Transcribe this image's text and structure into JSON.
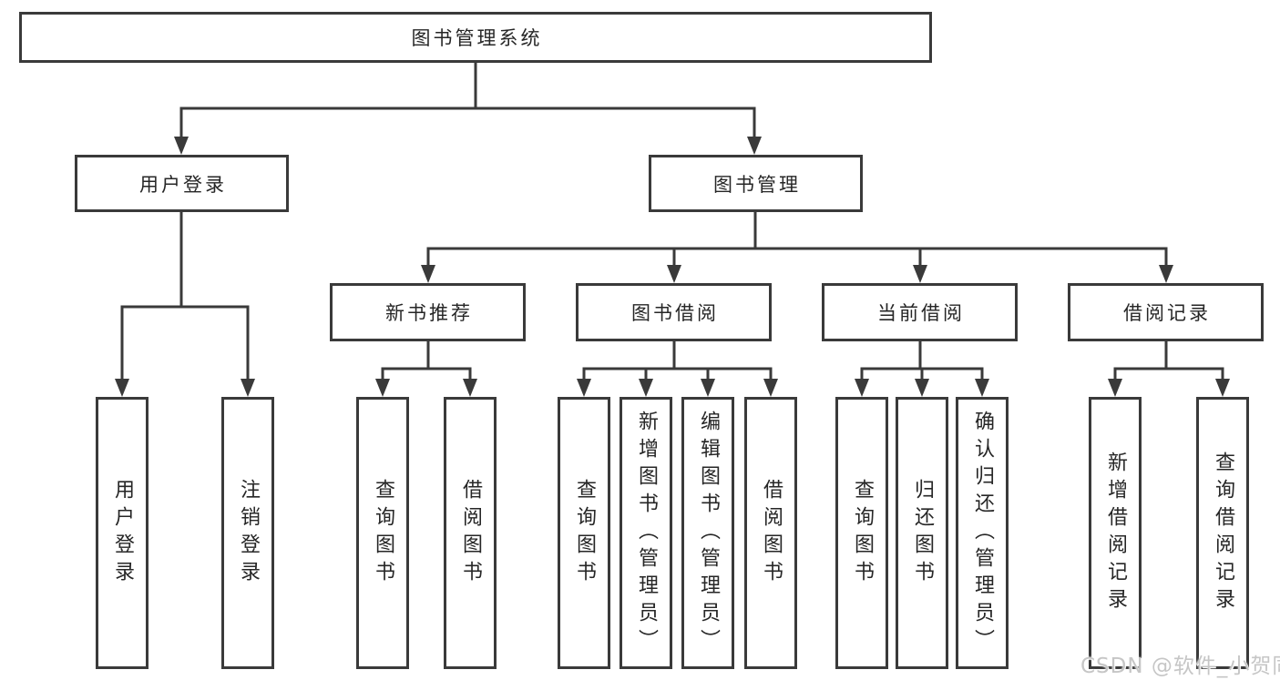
{
  "diagram": {
    "root": {
      "label": "图书管理系统"
    },
    "branches": [
      {
        "label": "用户登录",
        "leaves": [
          "用户登录",
          "注销登录"
        ]
      },
      {
        "label": "图书管理",
        "groups": [
          {
            "label": "新书推荐",
            "leaves": [
              "查询图书",
              "借阅图书"
            ]
          },
          {
            "label": "图书借阅",
            "leaves": [
              "查询图书",
              "新增图书（管理员）",
              "编辑图书（管理员）",
              "借阅图书"
            ]
          },
          {
            "label": "当前借阅",
            "leaves": [
              "查询图书",
              "归还图书",
              "确认归还（管理员）"
            ]
          },
          {
            "label": "借阅记录",
            "leaves": [
              "新增借阅记录",
              "查询借阅记录"
            ]
          }
        ]
      }
    ],
    "watermark": "CSDN @软件_小贺同学",
    "colors": {
      "line": "#3a3a3a",
      "text": "#262626",
      "background": "#ffffff",
      "watermark": "#c6c6c6"
    }
  }
}
